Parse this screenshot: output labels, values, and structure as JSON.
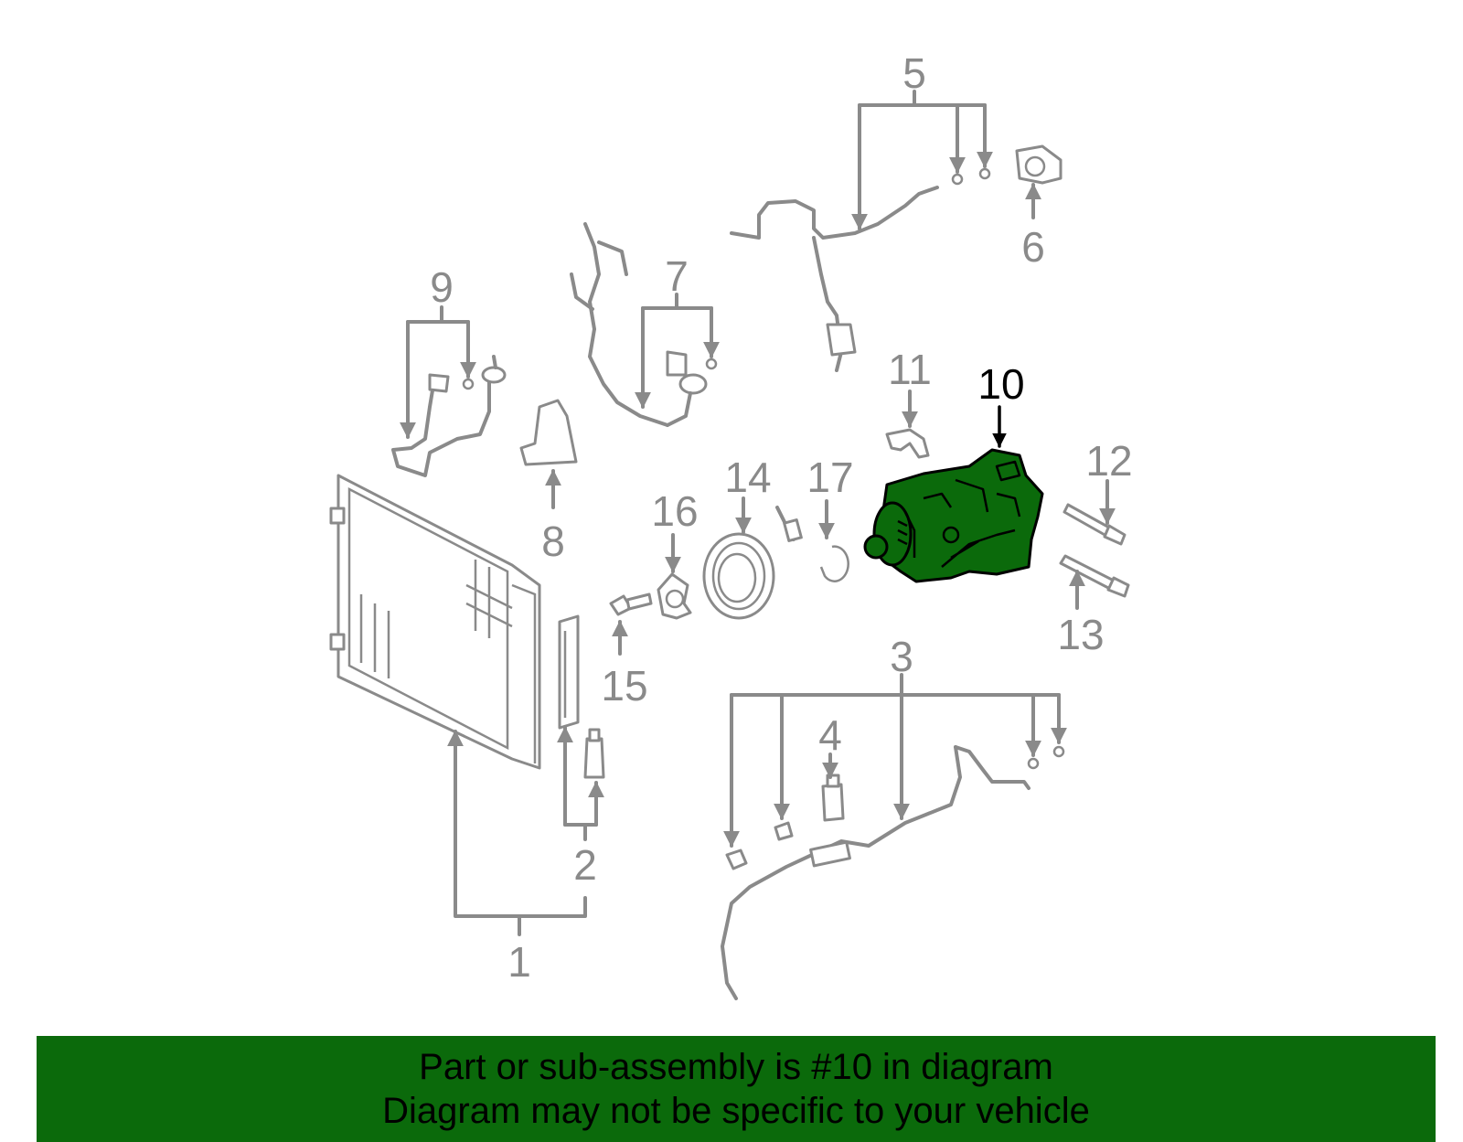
{
  "diagram": {
    "highlight_color": "#0b6a0b",
    "line_color": "#8a8a8a",
    "highlighted_part": "10",
    "callouts": [
      "1",
      "2",
      "3",
      "4",
      "5",
      "6",
      "7",
      "8",
      "9",
      "10",
      "11",
      "12",
      "13",
      "14",
      "15",
      "16",
      "17"
    ]
  },
  "banner": {
    "line1": "Part or sub-assembly is #10 in diagram",
    "line2": "Diagram may not be specific to your vehicle",
    "background": "#0b6a0b"
  }
}
